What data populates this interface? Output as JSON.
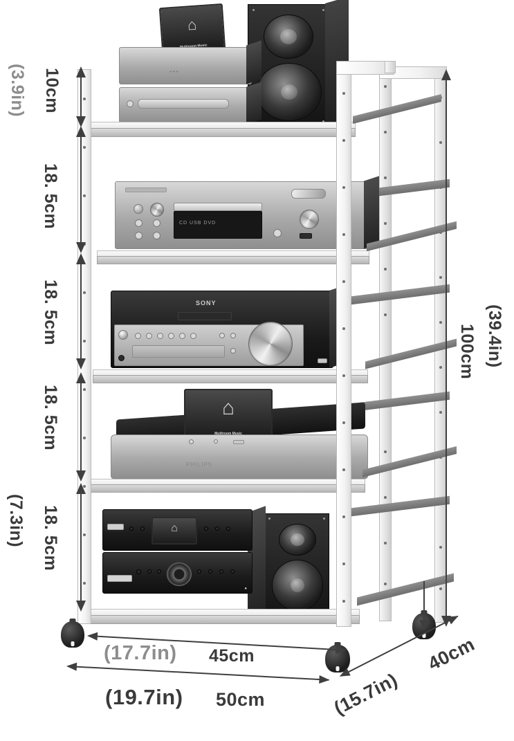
{
  "diagram": {
    "type": "product-dimension-diagram",
    "subject": "5-tier audio video equipment rack with casters",
    "colors": {
      "frame": "#e6e6e6",
      "shelf_deck": "#7d7d7d",
      "arrow": "#3f3f3f",
      "label_dark": "#4a4a4a",
      "label_light": "#8d8d8d",
      "background": "#ffffff"
    }
  },
  "dimensions": {
    "vertical_left": [
      {
        "id": "gap-1",
        "cm": "10cm",
        "inch": "(3.9in)"
      },
      {
        "id": "gap-2",
        "cm": "18. 5cm",
        "inch": ""
      },
      {
        "id": "gap-3",
        "cm": "18. 5cm",
        "inch": ""
      },
      {
        "id": "gap-4",
        "cm": "18. 5cm",
        "inch": ""
      },
      {
        "id": "gap-5",
        "cm": "18. 5cm",
        "inch": "(7.3in)"
      }
    ],
    "height": {
      "cm": "100cm",
      "inch": "(39.4in)"
    },
    "shelf_width": {
      "cm": "45cm",
      "inch": "(17.7in)"
    },
    "overall_width": {
      "cm": "50cm",
      "inch": "(19.7in)"
    },
    "depth": {
      "cm": "40cm",
      "inch": "(15.7in)"
    }
  },
  "equipment": {
    "shelf_1": [
      {
        "name": "tablet-controller",
        "screen_caption": "Multiroom Music"
      },
      {
        "name": "silver-media-box"
      },
      {
        "name": "slot-loading-disc-player"
      },
      {
        "name": "bookshelf-speaker-left"
      }
    ],
    "shelf_2": [
      {
        "name": "silver-cd-receiver",
        "display_text": "CD USB     DVD"
      }
    ],
    "shelf_3": [
      {
        "name": "av-receiver",
        "brand": "SONY"
      }
    ],
    "shelf_4": [
      {
        "name": "media-streamer",
        "brand": "PHILIPS",
        "screen_caption": "Multiroom Music"
      }
    ],
    "shelf_5": [
      {
        "name": "black-av-component-upper"
      },
      {
        "name": "black-av-component-lower"
      },
      {
        "name": "bookshelf-speaker-right"
      }
    ]
  },
  "frame": {
    "casters": [
      {
        "name": "caster-front-left"
      },
      {
        "name": "caster-front-right"
      },
      {
        "name": "caster-rear-right"
      }
    ],
    "shelf_count": 5
  }
}
